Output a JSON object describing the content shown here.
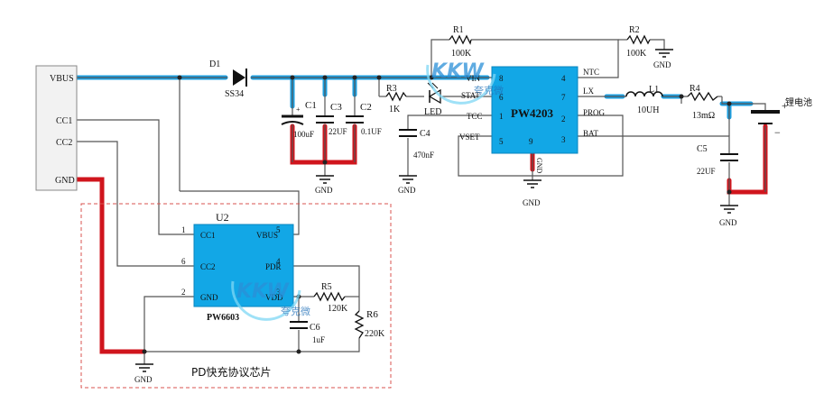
{
  "connector": {
    "pins": [
      "VBUS",
      "CC1",
      "CC2",
      "GND"
    ]
  },
  "pw4203": {
    "name": "PW4203",
    "pins": {
      "vin": {
        "label": "VIN",
        "num": "8"
      },
      "stat": {
        "label": "STAT",
        "num": "6"
      },
      "tcc": {
        "label": "TCC",
        "num": "1"
      },
      "vset": {
        "label": "VSET",
        "num": "5"
      },
      "gnd": {
        "label": "GND",
        "num": "9"
      },
      "ntc": {
        "label": "NTC",
        "num": "4"
      },
      "lx": {
        "label": "LX",
        "num": "7"
      },
      "prog": {
        "label": "PROG",
        "num": "2"
      },
      "bat": {
        "label": "BAT",
        "num": "3"
      }
    }
  },
  "pw6603": {
    "ref": "U2",
    "name": "PW6603",
    "pins": {
      "cc1": {
        "label": "CC1",
        "num": "1"
      },
      "cc2": {
        "label": "CC2",
        "num": "6"
      },
      "gnd": {
        "label": "GND",
        "num": "2"
      },
      "vbus": {
        "label": "VBUS",
        "num": "5"
      },
      "pdr": {
        "label": "PDR",
        "num": "4"
      },
      "vdd": {
        "label": "VDD",
        "num": "3"
      }
    }
  },
  "components": {
    "d1": {
      "ref": "D1",
      "value": "SS34"
    },
    "c1": {
      "ref": "C1",
      "value": "100uF",
      "plus": "+"
    },
    "c3": {
      "ref": "C3",
      "value": "22UF"
    },
    "c2": {
      "ref": "C2",
      "value": "0.1UF"
    },
    "r1": {
      "ref": "R1",
      "value": "100K"
    },
    "r2": {
      "ref": "R2",
      "value": "100K"
    },
    "r3": {
      "ref": "R3",
      "value": "1K"
    },
    "led": {
      "ref": "LED"
    },
    "c4": {
      "ref": "C4",
      "value": "470nF"
    },
    "l1": {
      "ref": "L1",
      "value": "10UH"
    },
    "r4": {
      "ref": "R4",
      "value": "13mΩ"
    },
    "c5": {
      "ref": "C5",
      "value": "22UF"
    },
    "r5": {
      "ref": "R5",
      "value": "120K"
    },
    "r6": {
      "ref": "R6",
      "value": "220K"
    },
    "c6": {
      "ref": "C6",
      "value": "1uF"
    }
  },
  "battery": {
    "label": "锂电池",
    "plus": "+",
    "minus": "−"
  },
  "gnd_label": "GND",
  "pd_box_label": "PD快充协议芯片",
  "watermark": {
    "text": "KKW",
    "sub": "夸克微"
  },
  "colors": {
    "chip": "#12a7e6",
    "power_trace": "#1c9fe0",
    "ground_trace": "#d0151d",
    "pd_box": "#d9534f"
  }
}
